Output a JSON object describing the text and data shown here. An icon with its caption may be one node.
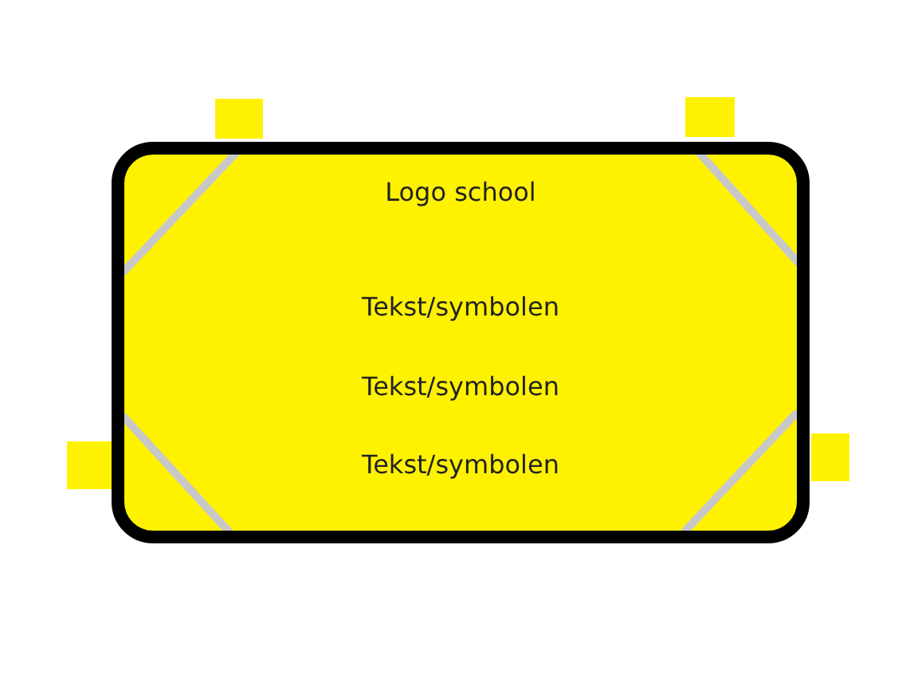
{
  "diagram": {
    "nodes": [
      {
        "text": [
          "Logo school",
          "Tekst/symbolen",
          "Tekst/symbolen",
          "Tekst/symbolen"
        ]
      }
    ]
  }
}
